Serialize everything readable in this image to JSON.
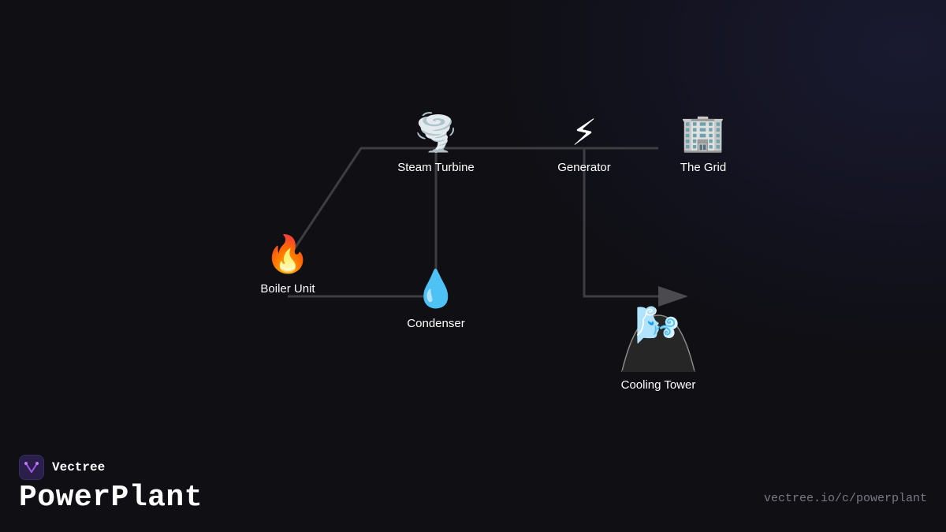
{
  "diagram": {
    "nodes": {
      "boiler": {
        "icon": "🔥",
        "icon_name": "fire-icon",
        "label": "Boiler Unit"
      },
      "turbine": {
        "icon": "🌪️",
        "icon_name": "tornado-icon",
        "label": "Steam Turbine"
      },
      "generator": {
        "icon": "⚡",
        "icon_name": "lightning-icon",
        "label": "Generator"
      },
      "grid": {
        "icon": "🏢",
        "icon_name": "office-building-icon",
        "label": "The Grid"
      },
      "condenser": {
        "icon": "💧",
        "icon_name": "droplet-icon",
        "label": "Condenser"
      },
      "tower": {
        "icon": "🌬️",
        "icon_name": "wind-face-icon",
        "label": "Cooling Tower"
      }
    },
    "edge_color": "#3d3d42"
  },
  "brand": {
    "name": "Vectree",
    "logo_color": "#a256e8"
  },
  "title": "PowerPlant",
  "url": "vectree.io/c/powerplant"
}
